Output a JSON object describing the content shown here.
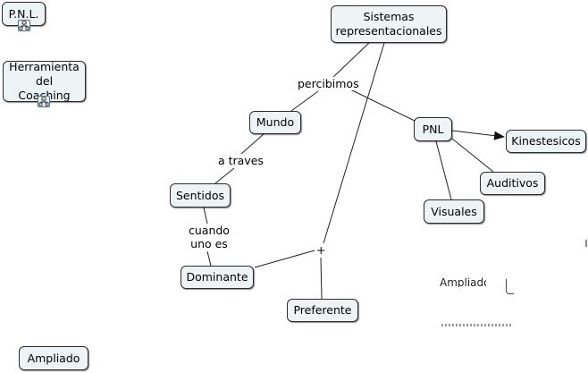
{
  "nodes": {
    "pnl_top": "P.N.L.",
    "herramienta": "Herramienta\ndel Coaching",
    "sistemas": "Sistemas\nrepresentacionales",
    "mundo": "Mundo",
    "pnl": "PNL",
    "kinestesicos": "Kinestesicos",
    "auditivos": "Auditivos",
    "visuales": "Visuales",
    "sentidos": "Sentidos",
    "dominante": "Dominante",
    "preferente": "Preferente",
    "ampliado": "Ampliado"
  },
  "links": {
    "percibimos": "percibimos",
    "a_traves": "a traves",
    "cuando_uno_es": "cuando\nuno es",
    "plus": "+"
  },
  "partial": {
    "ampliado_clipped": "Ampliado"
  },
  "icons": {
    "submap": "concept-map-icon",
    "arrowhead": "arrow-right-icon"
  },
  "colors": {
    "node_fill": "#eef4f6",
    "node_border": "#2b2b2b",
    "line": "#222222",
    "icon_border": "#3d6fb0"
  }
}
